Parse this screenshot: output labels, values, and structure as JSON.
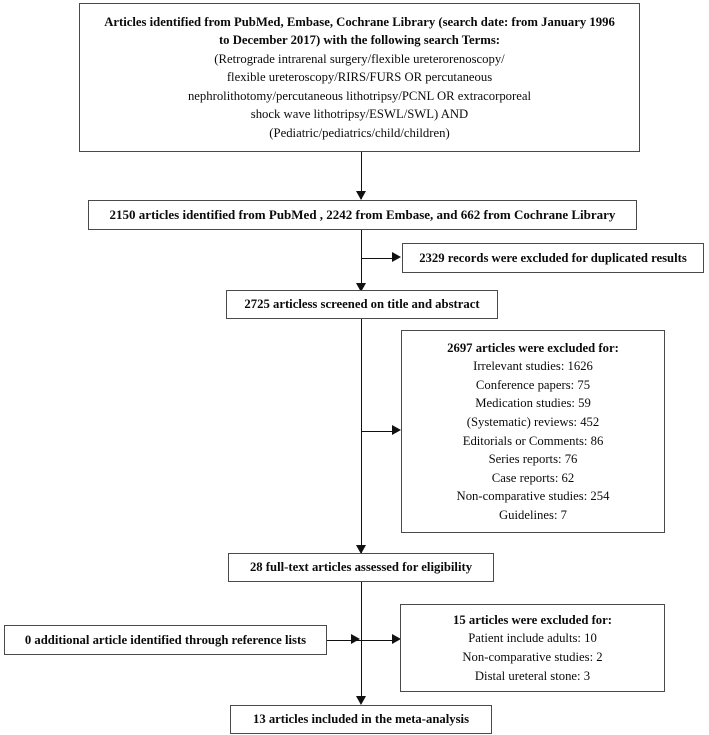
{
  "diagram": {
    "type": "prisma-flow-diagram",
    "nodes": {
      "identification": {
        "lines": [
          "Articles identified from PubMed, Embase, Cochrane Library (search date: from January 1996",
          "to December 2017) with the following search Terms:",
          "(Retrograde intrarenal surgery/flexible ureterorenoscopy/",
          "flexible ureteroscopy/RIRS/FURS OR percutaneous",
          "nephrolithotomy/percutaneous lithotripsy/PCNL OR extracorporeal",
          "shock wave lithotripsy/ESWL/SWL) AND",
          "(Pediatric/pediatrics/child/children)"
        ]
      },
      "records_found": {
        "lines": [
          "2150 articles identified from PubMed , 2242 from Embase, and 662 from Cochrane Library"
        ]
      },
      "duplicates_excluded": {
        "lines": [
          "2329 records were excluded for duplicated results"
        ]
      },
      "screened": {
        "lines": [
          "2725 articless screened on title and abstract"
        ]
      },
      "screening_excluded": {
        "heading": "2697 articles were excluded for:",
        "reasons": [
          "Irrelevant studies: 1626",
          "Conference papers: 75",
          "Medication studies: 59",
          "(Systematic) reviews: 452",
          "Editorials or Comments: 86",
          "Series reports: 76",
          "Case reports: 62",
          "Non-comparative studies: 254",
          "Guidelines: 7"
        ]
      },
      "fulltext_assessed": {
        "lines": [
          "28 full-text articles assessed for eligibility"
        ]
      },
      "additional_records": {
        "lines": [
          "0 additional article identified through reference lists"
        ]
      },
      "eligibility_excluded": {
        "heading": "15 articles were excluded for:",
        "reasons": [
          "Patient include adults: 10",
          "Non-comparative studies: 2",
          "Distal ureteral stone: 3"
        ]
      },
      "included": {
        "lines": [
          "13 articles included in the meta-analysis"
        ]
      }
    },
    "colors": {
      "box_border": "#4a4a4a",
      "connector": "#111111",
      "text": "#0b0b0b",
      "background": "#ffffff"
    }
  }
}
